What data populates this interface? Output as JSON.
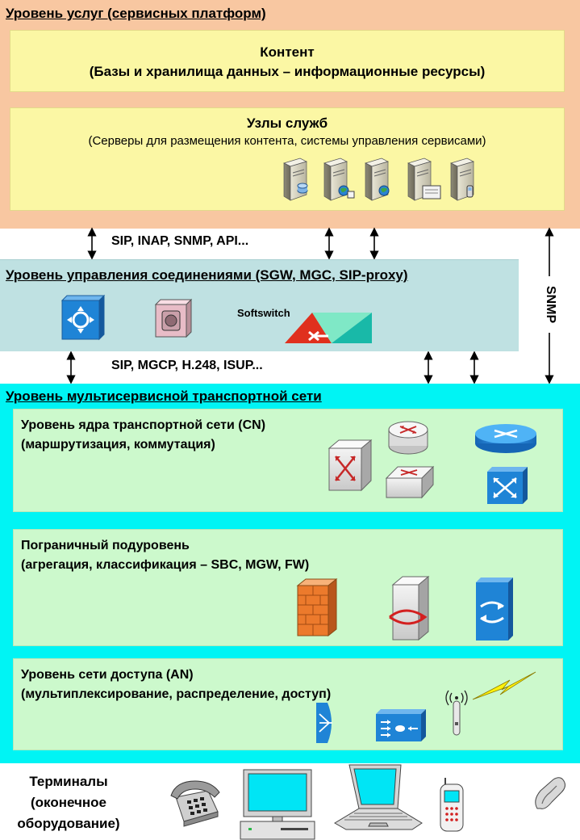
{
  "services_layer": {
    "title": "Уровень услуг (сервисных платформ)",
    "content_title": "Контент",
    "content_subtitle": "(Базы и хранилища данных – информационные ресурсы)",
    "nodes_title": "Узлы служб",
    "nodes_subtitle": "(Серверы для размещения контента, системы управления сервисами)"
  },
  "protocols_top": "SIP, INAP, SNMP, API...",
  "protocols_bottom": "SIP, MGCP, H.248, ISUP...",
  "snmp_label": "SNMP",
  "control_layer": {
    "title": "Уровень управления соединениями (SGW, MGC, SIP-proxy)",
    "softswitch": "Softswitch"
  },
  "transport_layer": {
    "title": "Уровень мультисервисной транспортной сети",
    "core_title_1": "Уровень ядра транспортной сети (CN)",
    "core_title_2": "(маршрутизация, коммутация)",
    "edge_title_1": "Пограничный подуровень",
    "edge_title_2": "(агрегация, классификация – SBC, MGW, FW)",
    "access_title_1": "Уровень сети доступа (AN)",
    "access_title_2": "(мультиплексирование, распределение, доступ)"
  },
  "terminals": {
    "line1": "Терминалы",
    "line2": "(оконечное",
    "line3": "оборудование)"
  },
  "colors": {
    "services_bg": "#f8c7a1",
    "yellow_box": "#fbf7a4",
    "control_bg": "#bfe1e2",
    "transport_bg": "#00f4f4",
    "green_box": "#ccf9cc",
    "device_blue": "#1e7fcf"
  },
  "icons": [
    "server-icon",
    "router-icon",
    "switch-icon",
    "firewall-icon",
    "gateway-icon",
    "antenna-icon",
    "lightning-icon",
    "phone-icon",
    "computer-icon",
    "laptop-icon",
    "mobile-phone-icon"
  ]
}
